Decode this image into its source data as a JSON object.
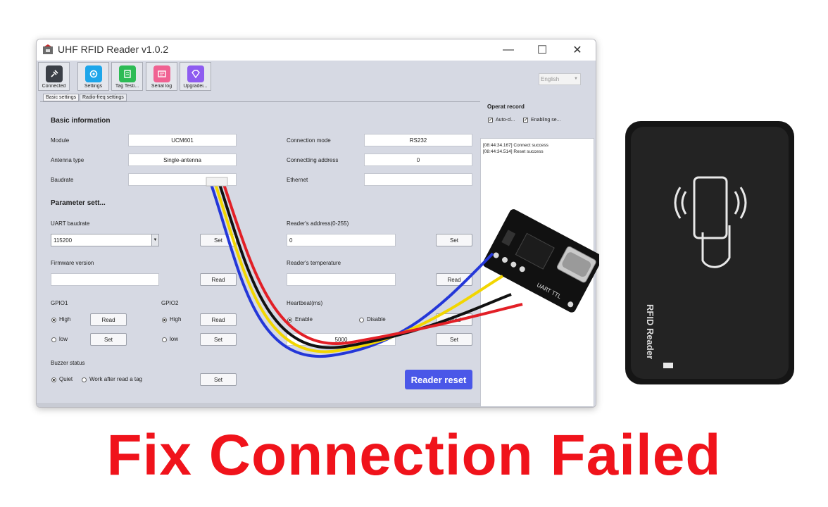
{
  "window": {
    "title": "UHF RFID Reader v1.0.2",
    "controls": {
      "minimize": "—",
      "maximize": "☐",
      "close": "✕"
    }
  },
  "toolbar": {
    "connected": "Connected",
    "settings": "Settings",
    "tag_testing": "Tag Testi...",
    "serial_log": "Serial log",
    "upgrading": "Upgradei..."
  },
  "language": {
    "selected": "English"
  },
  "tabs": {
    "basic": "Basic settings",
    "radio": "Radio-freq settings"
  },
  "basic_info": {
    "heading": "Basic information",
    "module_label": "Module",
    "module_value": "UCM601",
    "antenna_label": "Antenna type",
    "antenna_value": "Single-antenna",
    "baudrate_label": "Baudrate",
    "baudrate_value": "",
    "connection_mode_label": "Connection mode",
    "connection_mode_value": "RS232",
    "connecting_address_label": "Connectting address",
    "connecting_address_value": "0",
    "ethernet_label": "Ethernet",
    "ethernet_value": ""
  },
  "params": {
    "heading": "Parameter sett...",
    "uart_label": "UART baudrate",
    "uart_value": "115200",
    "set": "Set",
    "read": "Read",
    "firmware_label": "Firmware version",
    "firmware_value": "",
    "reader_address_label": "Reader's address(0-255)",
    "reader_address_value": "0",
    "temperature_label": "Reader's temperature",
    "temperature_value": "",
    "gpio1_label": "GPIO1",
    "gpio2_label": "GPIO2",
    "high": "High",
    "low": "low",
    "heartbeat_label": "Heartbeat(ms)",
    "enable": "Enable",
    "disable": "Disable",
    "heartbeat_value": "5000",
    "buzzer_label": "Buzzer status",
    "quiet": "Quiet",
    "work_after": "Work after read a tag",
    "reader_reset": "Reader reset"
  },
  "record": {
    "heading": "Operat record",
    "auto_clear": "Auto-cl...",
    "enabling": "Enabling se...",
    "log": [
      "[08:44:34.167] Connect success",
      "[08:44:34.514] Reset success"
    ]
  },
  "overlay": {
    "headline": "Fix Connection Failed"
  },
  "device": {
    "label": "RFID Reader",
    "board_label": "UART TTL"
  },
  "colors": {
    "accent": "#4a57e8",
    "headline": "#f0131b"
  }
}
